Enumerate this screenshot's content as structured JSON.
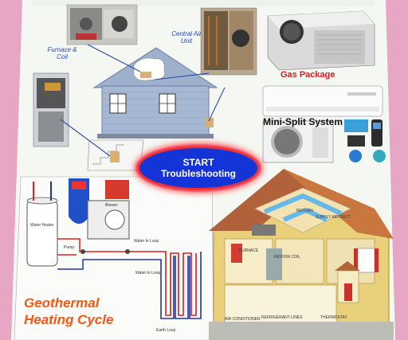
{
  "labels": {
    "furnace": "Furnace & Coil",
    "central_air": "Central Air Unit",
    "gas_package": "Gas Package",
    "mini_split": "Mini-Split System"
  },
  "start_button": {
    "line1": "START",
    "line2": "Troubleshooting"
  },
  "geothermal": {
    "title_line1": "Geothermal",
    "title_line2": "Heating Cycle",
    "parts": {
      "water_heater": "Water Heater",
      "blower": "Blower",
      "pump": "Pump",
      "earth_loop": "Earth Loop",
      "water_in_loop": "Water In Loop",
      "water_to_loop": "Water to Loop"
    }
  },
  "cutaway_labels": {
    "return_duct": "RETURN",
    "supply_duct": "SUPPLY AIR DUCT",
    "furnace": "FURNACE",
    "indoor_coil": "INDOOR COIL",
    "air_conditioner": "AIR CONDITIONER",
    "thermostat": "THERMOSTAT",
    "refrigerant_lines": "REFRIGERANT LINES"
  },
  "colors": {
    "background": "#e6a6c4",
    "start_fill": "#1534d8",
    "start_glow": "#ee3344",
    "gas_label": "#d21e1e",
    "geo_title": "#f05a14",
    "pointer": "#2a4aa8"
  }
}
